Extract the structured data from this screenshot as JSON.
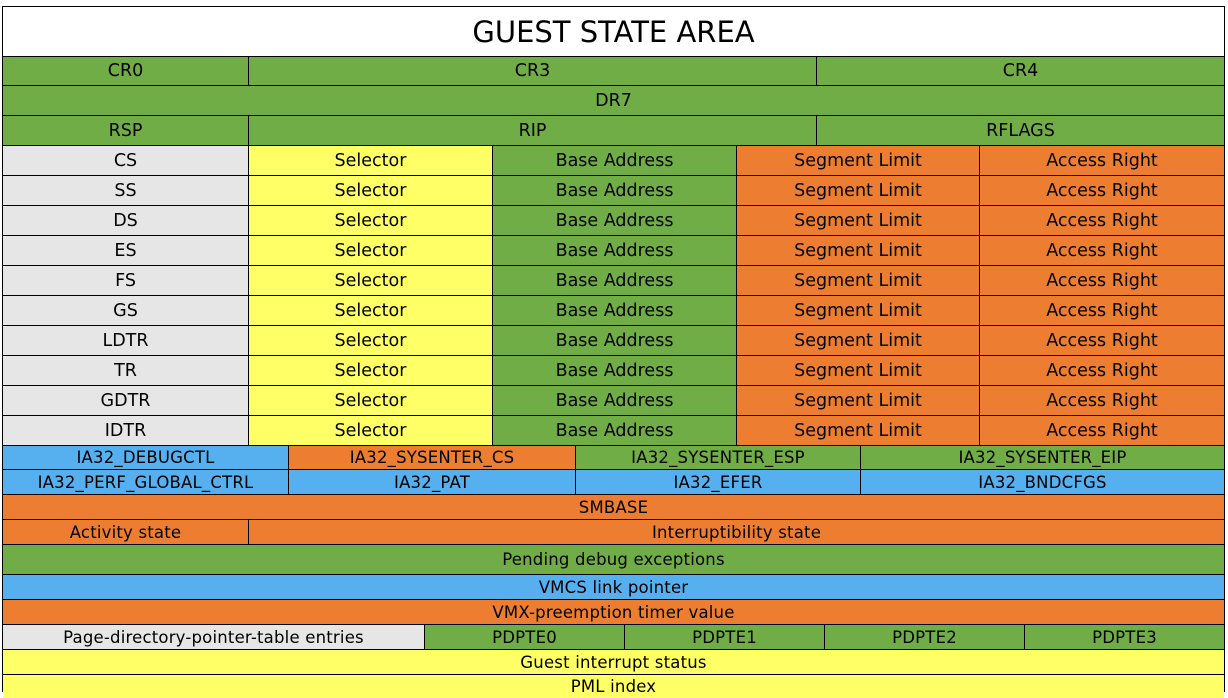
{
  "title": "GUEST STATE AREA",
  "colors": {
    "green": "#70ad47",
    "gray": "#e7e6e6",
    "yellow": "#ffff66",
    "orange": "#ed7d31",
    "blue": "#56b0f0"
  },
  "control_row": [
    "CR0",
    "CR3",
    "CR4"
  ],
  "debug_row": "DR7",
  "pointer_row": [
    "RSP",
    "RIP",
    "RFLAGS"
  ],
  "segment_fields": {
    "selector": "Selector",
    "base": "Base Address",
    "limit": "Segment Limit",
    "access": "Access Right"
  },
  "segments": [
    "CS",
    "SS",
    "DS",
    "ES",
    "FS",
    "GS",
    "LDTR",
    "TR",
    "GDTR",
    "IDTR"
  ],
  "msr_row1": [
    "IA32_DEBUGCTL",
    "IA32_SYSENTER_CS",
    "IA32_SYSENTER_ESP",
    "IA32_SYSENTER_EIP"
  ],
  "msr_row2": [
    "IA32_PERF_GLOBAL_CTRL",
    "IA32_PAT",
    "IA32_EFER",
    "IA32_BNDCFGS"
  ],
  "smbase": "SMBASE",
  "state_row": [
    "Activity state",
    "Interruptibility state"
  ],
  "pending_debug": "Pending debug exceptions",
  "vmcs_link": "VMCS link pointer",
  "preemption": "VMX-preemption timer value",
  "pdpte_row": [
    "Page-directory-pointer-table entries",
    "PDPTE0",
    "PDPTE1",
    "PDPTE2",
    "PDPTE3"
  ],
  "guest_interrupt": "Guest interrupt status",
  "pml_index": "PML index"
}
